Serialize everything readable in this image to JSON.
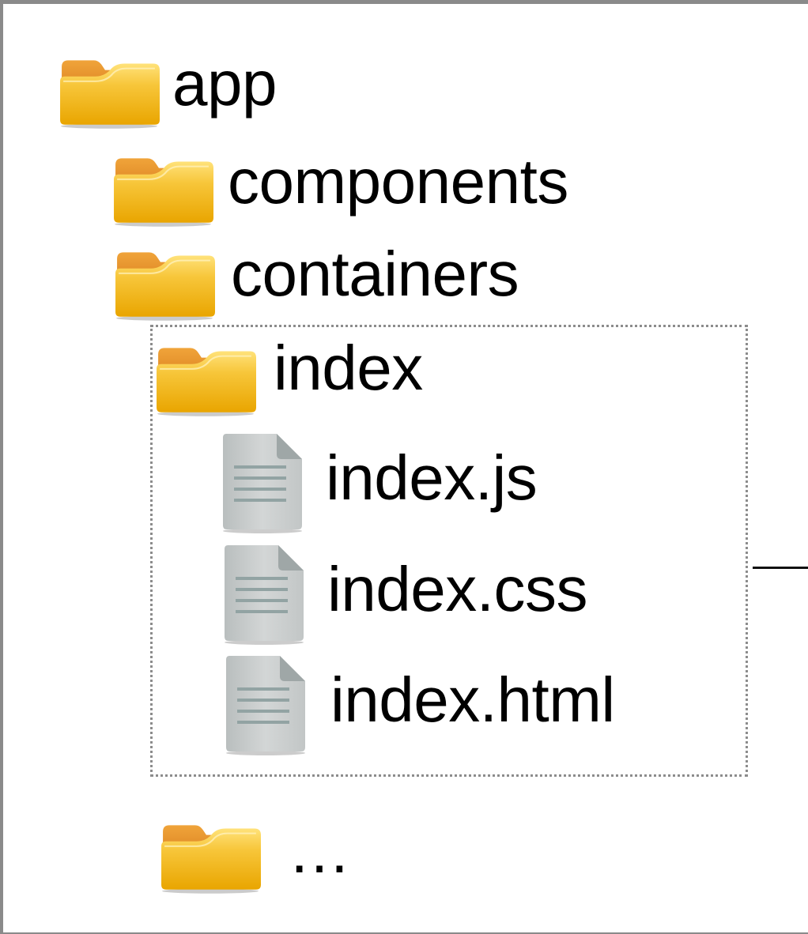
{
  "tree": {
    "root": {
      "label": "app",
      "icon": "folder-icon"
    },
    "components": {
      "label": "components",
      "icon": "folder-icon"
    },
    "containers": {
      "label": "containers",
      "icon": "folder-icon"
    },
    "index_folder": {
      "label": "index",
      "icon": "folder-icon"
    },
    "files": [
      {
        "label": "index.js",
        "icon": "file-icon"
      },
      {
        "label": "index.css",
        "icon": "file-icon"
      },
      {
        "label": "index.html",
        "icon": "file-icon"
      }
    ],
    "more": {
      "label": "…",
      "icon": "folder-icon"
    }
  },
  "colors": {
    "folder_front": "#f2b825",
    "folder_back": "#d9780f",
    "file_body": "#c7cbcb",
    "file_lines": "#9aa8a8",
    "box_border": "#8c8c8c"
  }
}
